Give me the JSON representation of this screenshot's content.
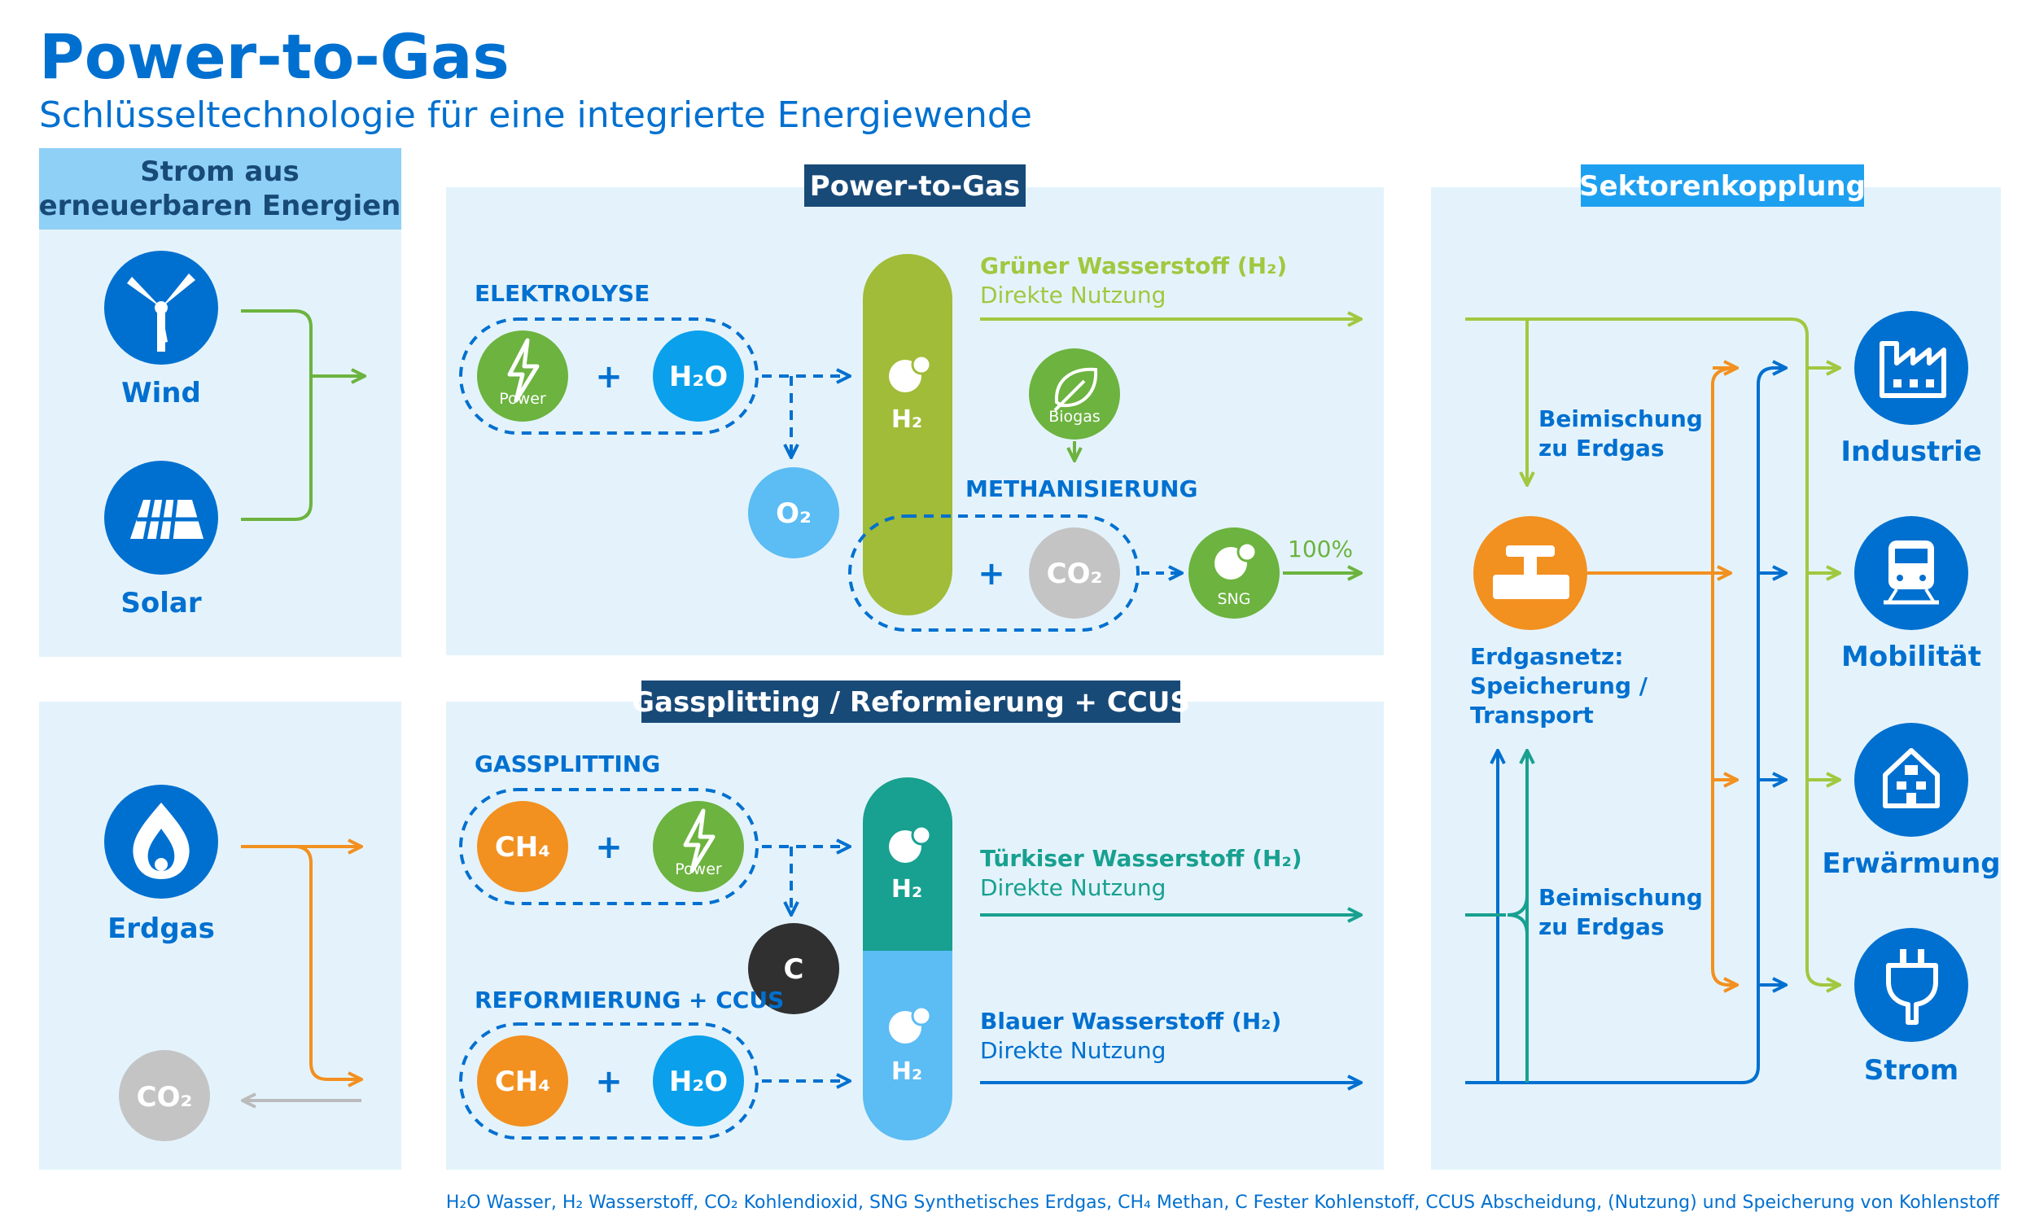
{
  "title": "Power-to-Gas",
  "subtitle": "Schlüsseltechnologie für eine integrierte Energiewende",
  "left": {
    "header_line1": "Strom aus",
    "header_line2": "erneuerbaren Energien",
    "wind": "Wind",
    "solar": "Solar",
    "erdgas": "Erdgas",
    "co2": "CO₂"
  },
  "ptg": {
    "title": "Power-to-Gas",
    "elektrolyse": "ELEKTROLYSE",
    "power": "Power",
    "plus": "+",
    "h2o": "H₂O",
    "o2": "O₂",
    "h2": "H₂",
    "green_line1": "Grüner Wasserstoff (H₂)",
    "green_line2": "Direkte Nutzung",
    "biogas": "Biogas",
    "methanisierung": "METHANISIERUNG",
    "co2": "CO₂",
    "sng": "SNG",
    "percent": "100%"
  },
  "gs": {
    "title": "Gassplitting / Reformierung + CCUS",
    "gassplitting": "GASSPLITTING",
    "ch4": "CH₄",
    "power": "Power",
    "c": "C",
    "h2": "H₂",
    "turq_line1": "Türkiser Wasserstoff (H₂)",
    "turq_line2": "Direkte Nutzung",
    "reformierung": "REFORMIERUNG + CCUS",
    "h2o": "H₂O",
    "blue_line1": "Blauer Wasserstoff (H₂)",
    "blue_line2": "Direkte Nutzung"
  },
  "sk": {
    "title": "Sektorenkopplung",
    "beim1_line1": "Beimischung",
    "beim1_line2": "zu Erdgas",
    "netz_line1": "Erdgasnetz:",
    "netz_line2": "Speicherung /",
    "netz_line3": "Transport",
    "beim2_line1": "Beimischung",
    "beim2_line2": "zu Erdgas",
    "industrie": "Industrie",
    "mobilitaet": "Mobilität",
    "erwaermung": "Erwärmung",
    "strom": "Strom"
  },
  "footer": "H₂O Wasser, H₂ Wasserstoff, CO₂ Kohlendioxid, SNG Synthetisches Erdgas, CH₄ Methan, C Fester Kohlenstoff, CCUS Abscheidung, (Nutzung) und Speicherung von Kohlenstoff",
  "colors": {
    "blue": "#0070d0",
    "light_blue": "#1ea0f0",
    "panel": "#e4f3fb",
    "green": "#6cb33f",
    "lime": "#a0c840",
    "orange": "#f29020",
    "teal": "#18a090",
    "grey": "#c4c4c4",
    "dark": "#303030",
    "navy": "#184a78"
  }
}
